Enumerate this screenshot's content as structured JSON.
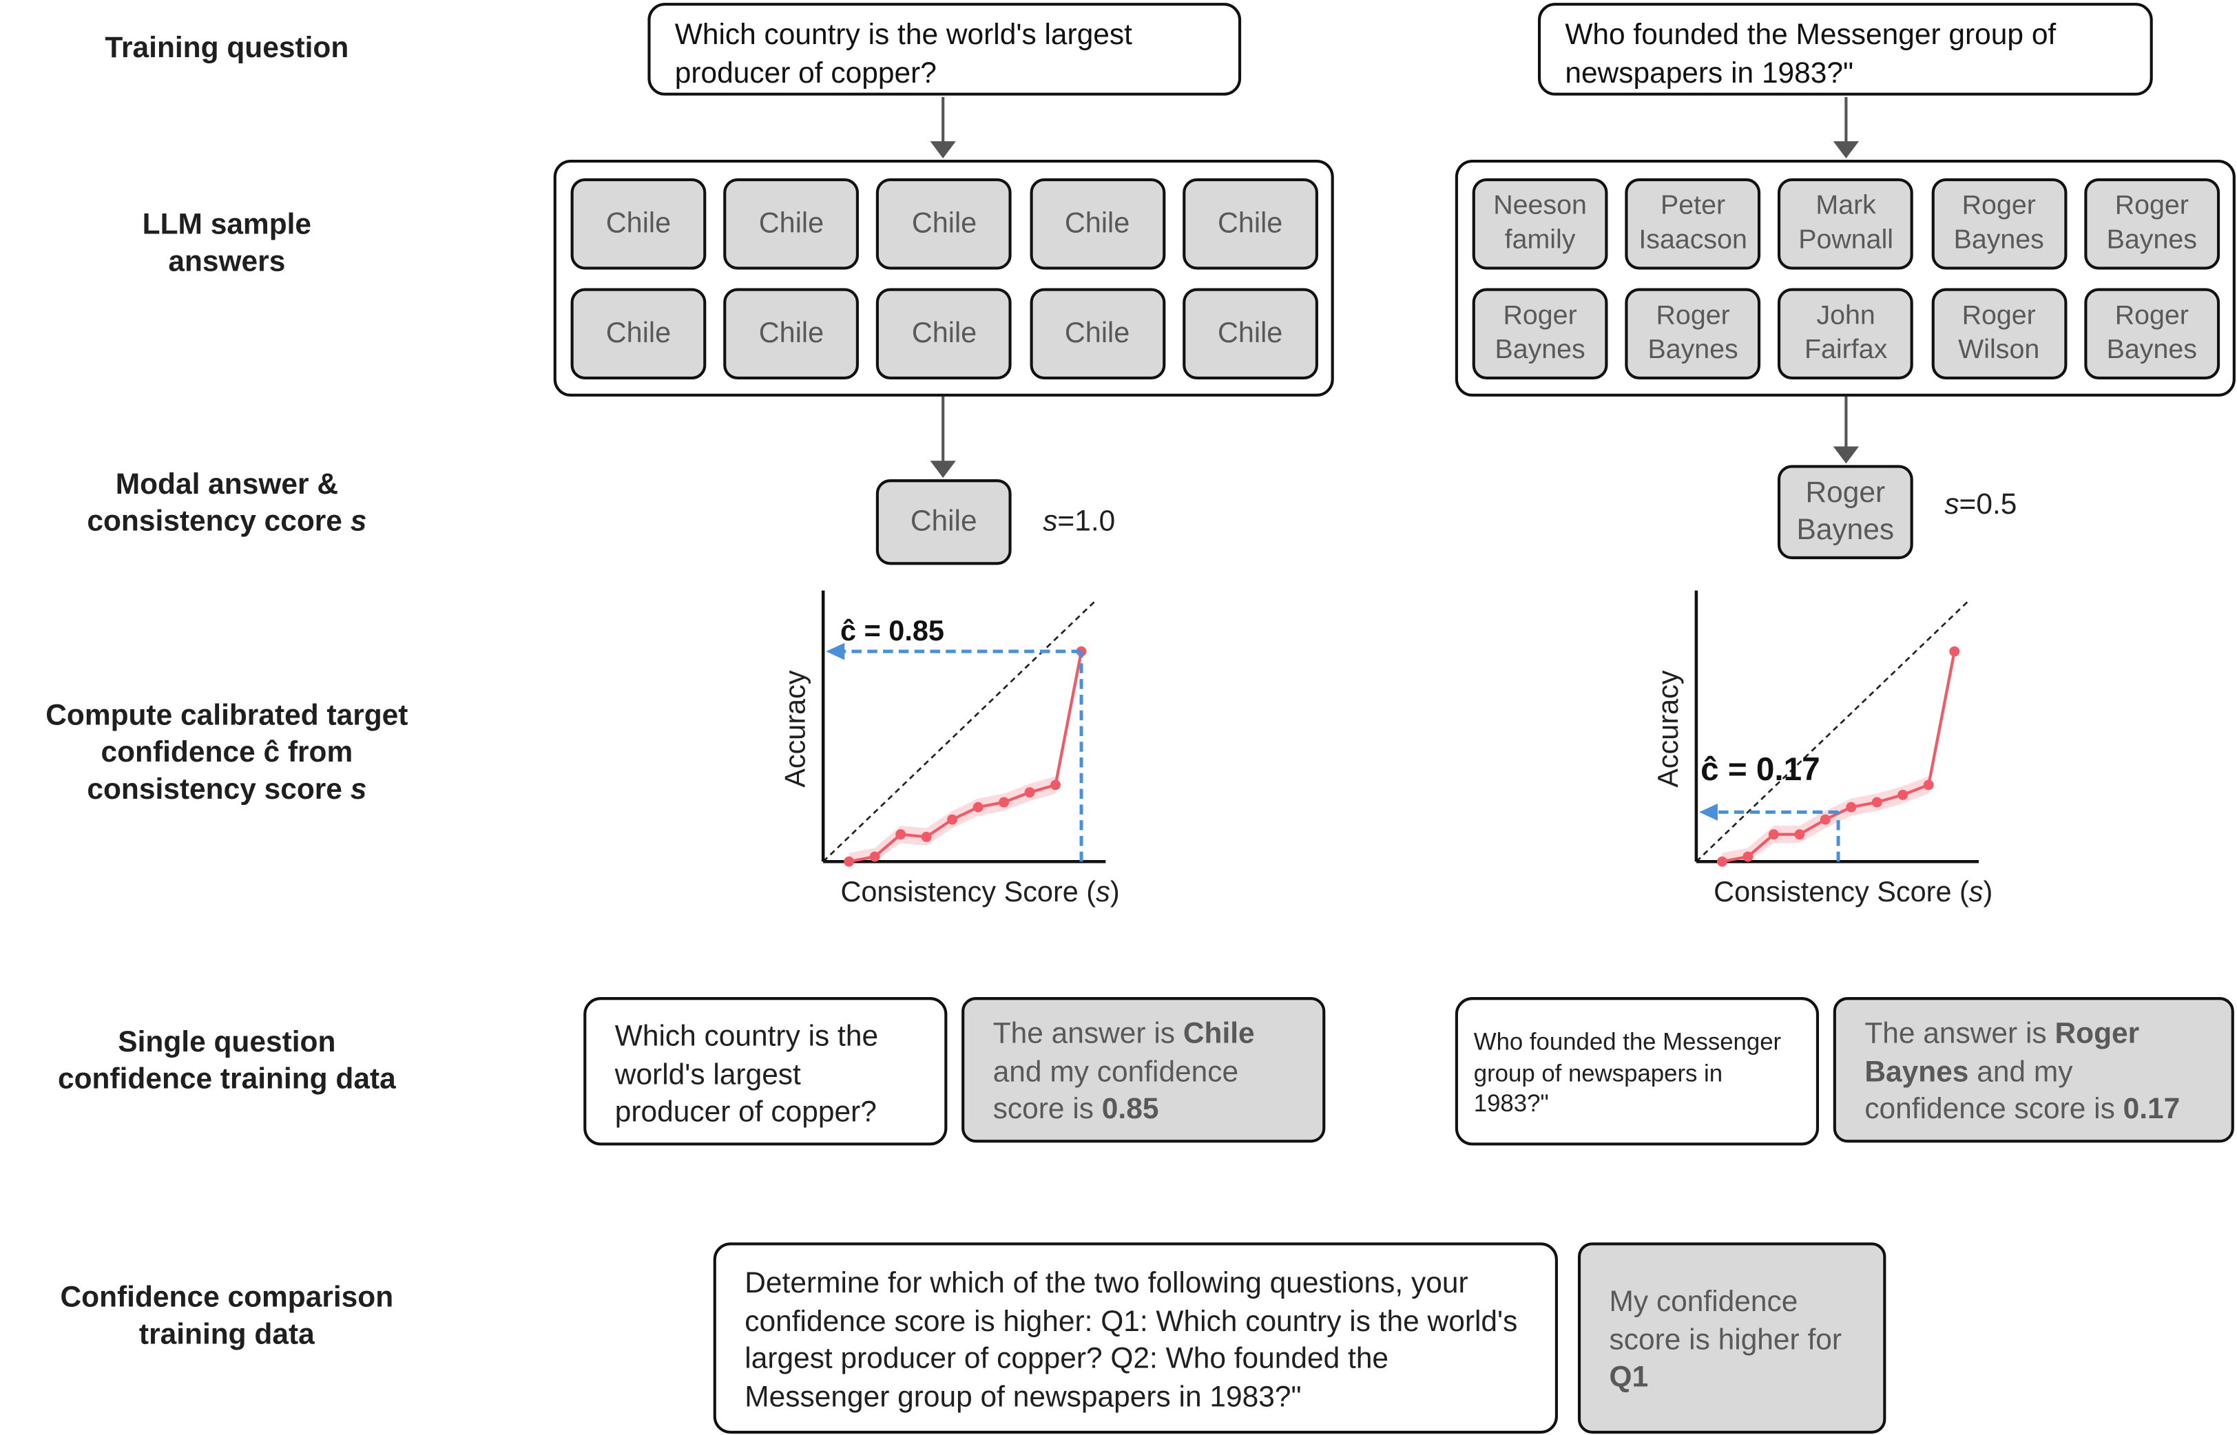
{
  "row_labels": {
    "training_question": "Training question",
    "llm_samples": [
      "LLM sample",
      "answers"
    ],
    "modal": [
      "Modal answer &",
      "consistency ccore s"
    ],
    "calibrated": [
      "Compute calibrated target",
      "confidence ĉ from",
      "consistency score s"
    ],
    "single": [
      "Single question",
      "confidence training data"
    ],
    "comparison": [
      "Confidence comparison",
      "training data"
    ]
  },
  "left": {
    "question": "Which country is the world's largest producer of copper?",
    "samples": [
      "Chile",
      "Chile",
      "Chile",
      "Chile",
      "Chile",
      "Chile",
      "Chile",
      "Chile",
      "Chile",
      "Chile"
    ],
    "modal_answer": "Chile",
    "s_label": "s",
    "s_value": "=1.0",
    "c_hat_label": "ĉ = 0.85",
    "chart_data": {
      "type": "line",
      "xlabel": "Consistency Score (s)",
      "ylabel": "Accuracy",
      "x": [
        0.1,
        0.2,
        0.3,
        0.4,
        0.5,
        0.6,
        0.7,
        0.8,
        0.9,
        1.0
      ],
      "y": [
        0.0,
        0.02,
        0.11,
        0.1,
        0.17,
        0.22,
        0.24,
        0.28,
        0.31,
        0.85
      ],
      "band_halfwidth": 0.035,
      "xlim": [
        0,
        1.05
      ],
      "ylim": [
        0,
        1.05
      ],
      "diagonal": true,
      "highlight_s": 1.0,
      "highlight_c": 0.85,
      "series_color": "#f05a67",
      "guide_color": "#4a90d9"
    },
    "answer_prefix": "The answer is ",
    "answer_name": "Chile",
    "answer_middle": " and my confidence score is ",
    "answer_score": "0.85"
  },
  "right": {
    "question": "Who founded the Messenger group of newspapers in 1983?\"",
    "samples": [
      "Neeson family",
      "Peter Isaacson",
      "Mark Pownall",
      "Roger Baynes",
      "Roger Baynes",
      "Roger Baynes",
      "Roger Baynes",
      "John Fairfax",
      "Roger Wilson",
      "Roger Baynes"
    ],
    "modal_answer": "Roger Baynes",
    "s_label": "s",
    "s_value": "=0.5",
    "c_hat_label": "ĉ = 0.17",
    "chart_data": {
      "type": "line",
      "xlabel": "Consistency Score (s)",
      "ylabel": "Accuracy",
      "x": [
        0.1,
        0.2,
        0.3,
        0.4,
        0.5,
        0.6,
        0.7,
        0.8,
        0.9,
        1.0
      ],
      "y": [
        0.0,
        0.02,
        0.11,
        0.11,
        0.17,
        0.22,
        0.24,
        0.27,
        0.31,
        0.85
      ],
      "band_halfwidth": 0.035,
      "xlim": [
        0,
        1.05
      ],
      "ylim": [
        0,
        1.05
      ],
      "diagonal": true,
      "highlight_s": 0.55,
      "highlight_c": 0.2,
      "series_color": "#f05a67",
      "guide_color": "#4a90d9"
    },
    "answer_prefix": "The answer is ",
    "answer_name": "Roger Baynes",
    "answer_middle": " and my confidence score is ",
    "answer_score": "0.17"
  },
  "comparison": {
    "prompt": "Determine for which of the two following questions, your confidence score is higher: Q1: Which country is the world's largest producer of copper? Q2: Who founded the Messenger group of newspapers in 1983?\"",
    "response_prefix": "My confidence score is higher for ",
    "response_answer": "Q1"
  }
}
